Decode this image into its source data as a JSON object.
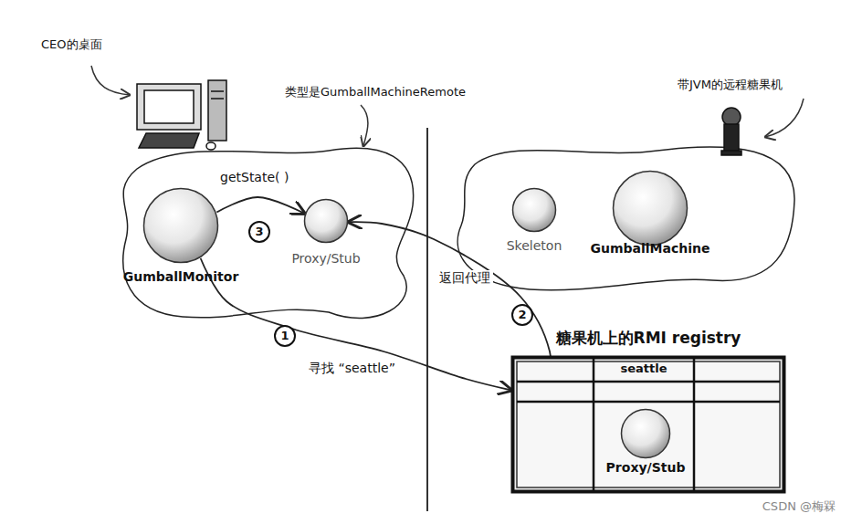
{
  "diagram": {
    "nodes": [
      {
        "text": [
          "GumballMonitor"
        ]
      },
      {
        "text": [
          "Proxy/Stub"
        ]
      },
      {
        "text": [
          "Skeleton"
        ]
      },
      {
        "text": [
          "GumballMachine"
        ]
      },
      {
        "text": [
          "糖果机上的RMI registry",
          "seattle"
        ]
      },
      {
        "text": [
          "Proxy/Stub"
        ],
        "in": 4
      }
    ],
    "edges": [
      {
        "from": 0,
        "to": 1,
        "label": "getState( )",
        "arrow": "to"
      },
      {
        "from": 0,
        "to": 4,
        "label": "寻找 “seattle”",
        "arrow": "to"
      },
      {
        "from": 5,
        "to": 1,
        "label": "返回代理",
        "arrow": "to"
      }
    ],
    "labels": [
      "CEO的桌面",
      "类型是GumballMachineRemote",
      "带JVM的远程糖果机",
      "3",
      "1",
      "2",
      "CSDN @梅槑"
    ]
  }
}
